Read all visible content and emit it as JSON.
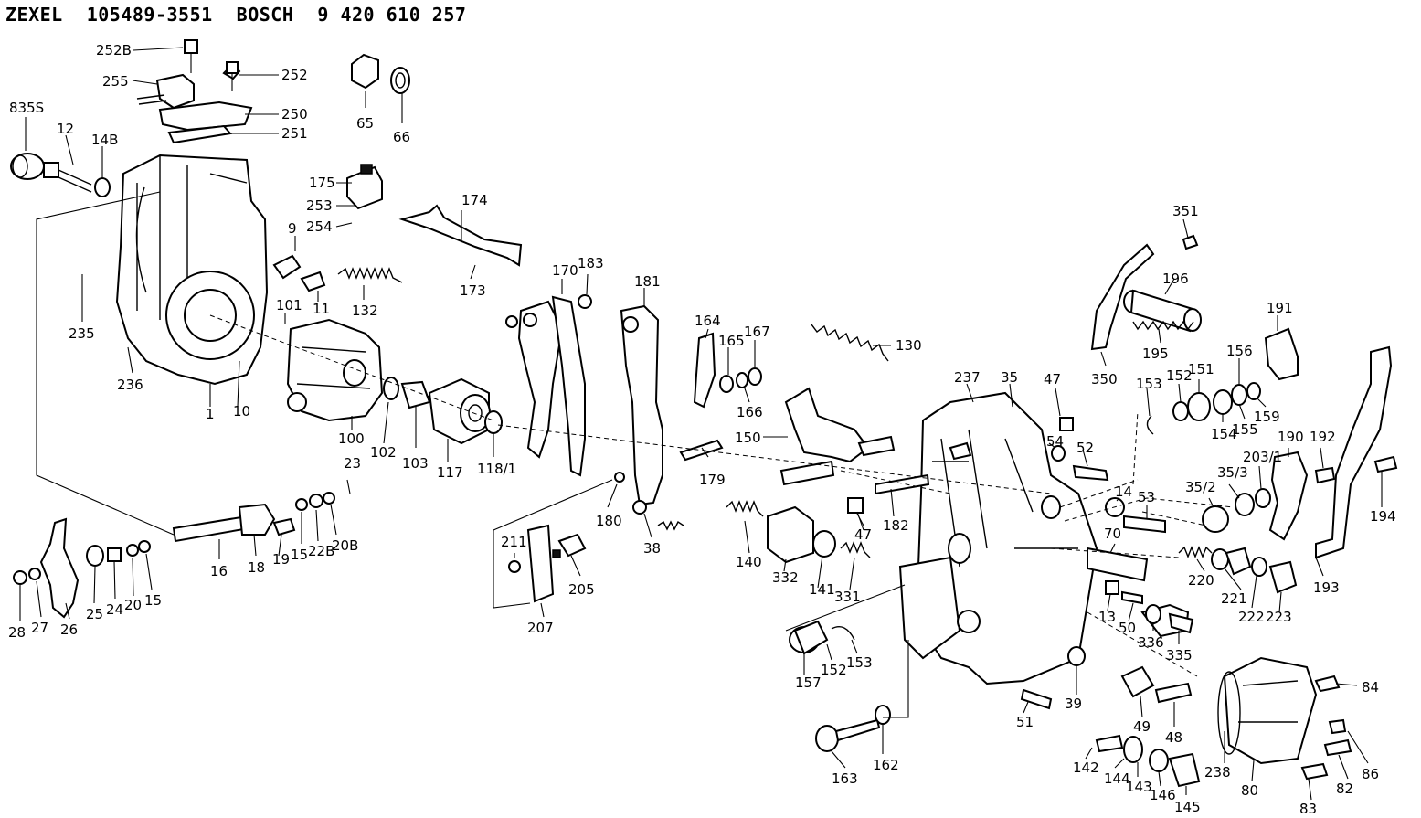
{
  "header": {
    "maker1": "ZEXEL",
    "part_number1": "105489-3551",
    "maker2": "BOSCH",
    "part_number2": "9 420 610 257"
  },
  "labels": [
    "252B",
    "255",
    "252",
    "250",
    "251",
    "65",
    "66",
    "835S",
    "12",
    "14B",
    "175",
    "253",
    "254",
    "174",
    "9",
    "235",
    "236",
    "1",
    "10",
    "101",
    "11",
    "132",
    "173",
    "100",
    "102",
    "103",
    "117",
    "118/1",
    "23",
    "16",
    "18",
    "19",
    "15",
    "22B",
    "20B",
    "28",
    "27",
    "26",
    "25",
    "24",
    "20",
    "15",
    "211",
    "205",
    "207",
    "170",
    "183",
    "181",
    "180",
    "38",
    "179",
    "164",
    "165",
    "167",
    "166",
    "130",
    "150",
    "182",
    "47",
    "140",
    "332",
    "141",
    "331",
    "157",
    "152",
    "153",
    "163",
    "162",
    "237",
    "35",
    "47",
    "54",
    "52",
    "14",
    "53",
    "70",
    "51",
    "39",
    "13",
    "50",
    "336",
    "335",
    "49",
    "48",
    "142",
    "144",
    "143",
    "146",
    "145",
    "238",
    "80",
    "82",
    "83",
    "84",
    "86",
    "351",
    "196",
    "195",
    "350",
    "191",
    "156",
    "159",
    "155",
    "154",
    "151",
    "152",
    "153",
    "190",
    "192",
    "194",
    "203/1",
    "35/3",
    "35/2",
    "220",
    "221",
    "222",
    "223",
    "193"
  ]
}
